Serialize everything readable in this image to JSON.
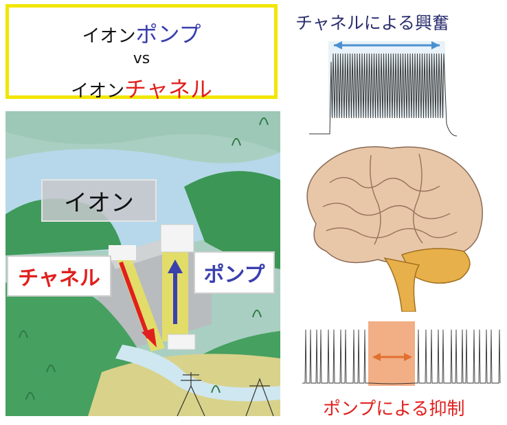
{
  "title": {
    "line1_prefix": "イオン",
    "line1_highlight": "ポンプ",
    "line2": "vs",
    "line3_prefix": "イオン",
    "line3_highlight": "チャネル"
  },
  "scene": {
    "ion_label": "イオン",
    "channel_label": "チャネル",
    "pump_label": "ポンプ"
  },
  "captions": {
    "excitation": "チャネルによる興奮",
    "inhibition": "ポンプによる抑制"
  },
  "colors": {
    "pump_blue": "#3a3fae",
    "channel_red": "#e0201e",
    "title_border": "#f2e600",
    "inhibition_highlight": "#f0a070",
    "excitation_arrow": "#4a90d0"
  }
}
